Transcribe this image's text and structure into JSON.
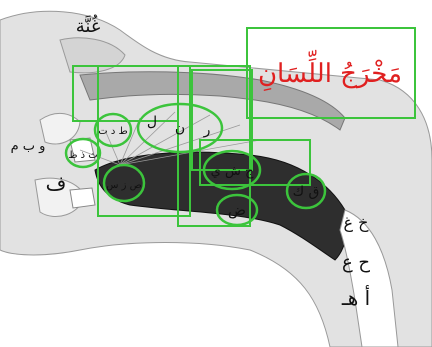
{
  "title": "مَخْرَجُ اللِّسَانِ",
  "labels": {
    "ghunna": "غُنَّة",
    "wbm": "و ب م",
    "f": "ف",
    "tha_dhal_za": "ث ذ ظ",
    "ta_dal_taa": "ط د ت",
    "lam": "ل",
    "nun": "ن",
    "ra": "ر",
    "sad_zay_sin": "ص ز س",
    "jim_shin_ya": "ج ش ي",
    "dad": "ض",
    "qaf_kaf": "ق ك",
    "kha_ghayn": "خ غ",
    "ha_ayn": "ح ع",
    "alif_ha": "أ هـ"
  },
  "colors": {
    "accent_green": "#3cc43c",
    "title_red": "#e02020",
    "tongue_dark": "#2e2e2e",
    "palate_gray": "#a9a9a9",
    "head_light": "#e2e2e2"
  }
}
